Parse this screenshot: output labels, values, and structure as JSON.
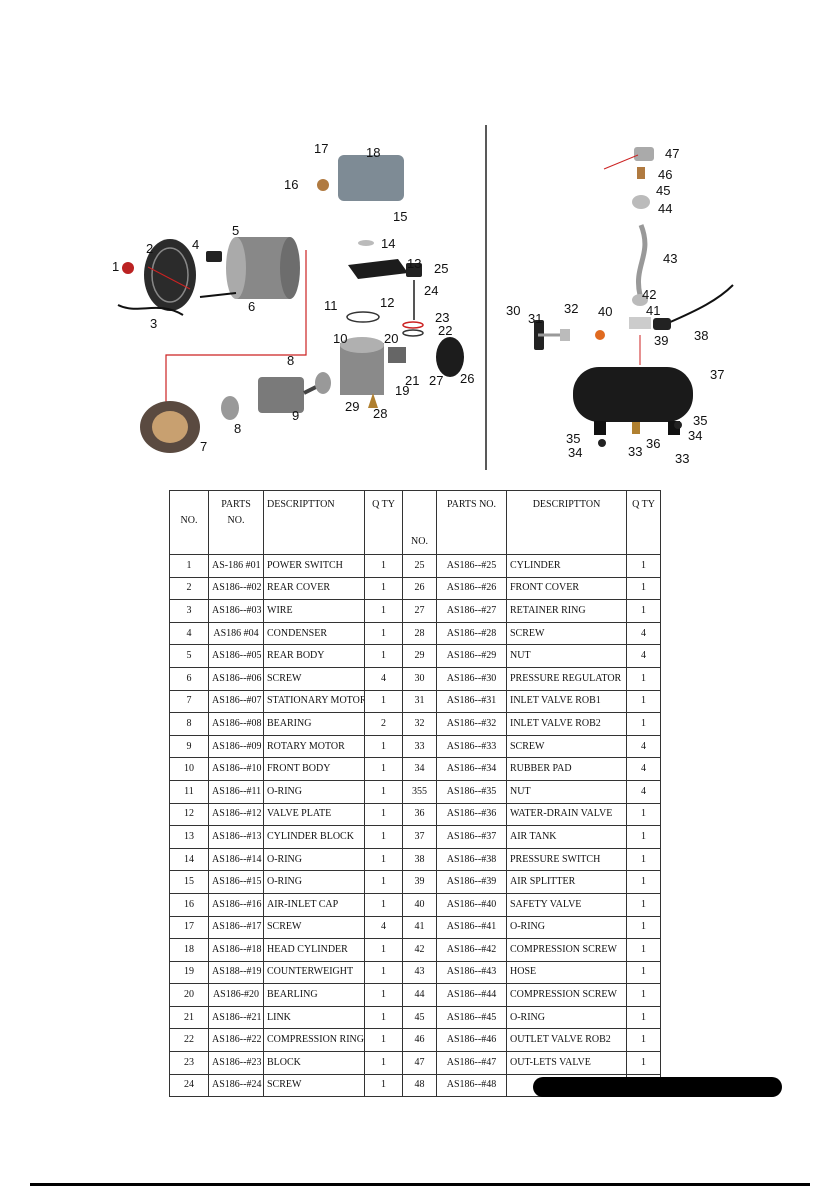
{
  "table": {
    "headers_left": {
      "no": "NO.",
      "parts_no_line1": "PARTS",
      "parts_no_line2": "NO.",
      "description": "DESCRIPTTON",
      "qty": "Q TY"
    },
    "headers_right": {
      "no": "NO.",
      "parts_no": "PARTS NO.",
      "description": "DESCRIPTTON",
      "qty": "Q TY"
    },
    "rows": [
      {
        "no1": "1",
        "part1": "AS-186 #01",
        "desc1": "POWER SWITCH",
        "qty1": "1",
        "no2": "25",
        "part2": "AS186--#25",
        "desc2": "CYLINDER",
        "qty2": "1"
      },
      {
        "no1": "2",
        "part1": "AS186--#02",
        "desc1": "REAR COVER",
        "qty1": "1",
        "no2": "26",
        "part2": "AS186--#26",
        "desc2": "FRONT COVER",
        "qty2": "1"
      },
      {
        "no1": "3",
        "part1": "AS186--#03",
        "desc1": "WIRE",
        "qty1": "1",
        "no2": "27",
        "part2": "AS186--#27",
        "desc2": "RETAINER RING",
        "qty2": "1"
      },
      {
        "no1": "4",
        "part1": "AS186 #04",
        "desc1": "CONDENSER",
        "qty1": "1",
        "no2": "28",
        "part2": "AS186--#28",
        "desc2": "SCREW",
        "qty2": "4"
      },
      {
        "no1": "5",
        "part1": "AS186--#05",
        "desc1": "REAR BODY",
        "qty1": "1",
        "no2": "29",
        "part2": "AS186--#29",
        "desc2": "NUT",
        "qty2": "4"
      },
      {
        "no1": "6",
        "part1": "AS186--#06",
        "desc1": "SCREW",
        "qty1": "4",
        "no2": "30",
        "part2": "AS186--#30",
        "desc2": "PRESSURE REGULATOR",
        "qty2": "1"
      },
      {
        "no1": "7",
        "part1": "AS186--#07",
        "desc1": "STATIONARY MOTOR",
        "qty1": "1",
        "no2": "31",
        "part2": "AS186--#31",
        "desc2": "INLET VALVE ROB1",
        "qty2": "1"
      },
      {
        "no1": "8",
        "part1": "AS186--#08",
        "desc1": "BEARING",
        "qty1": "2",
        "no2": "32",
        "part2": "AS186--#32",
        "desc2": "INLET VALVE ROB2",
        "qty2": "1"
      },
      {
        "no1": "9",
        "part1": "AS186--#09",
        "desc1": "ROTARY MOTOR",
        "qty1": "1",
        "no2": "33",
        "part2": "AS186--#33",
        "desc2": "SCREW",
        "qty2": "4"
      },
      {
        "no1": "10",
        "part1": "AS186--#10",
        "desc1": "FRONT BODY",
        "qty1": "1",
        "no2": "34",
        "part2": "AS186--#34",
        "desc2": "RUBBER PAD",
        "qty2": "4"
      },
      {
        "no1": "11",
        "part1": "AS186--#11",
        "desc1": "O-RING",
        "qty1": "1",
        "no2": "355",
        "part2": "AS186--#35",
        "desc2": "NUT",
        "qty2": "4"
      },
      {
        "no1": "12",
        "part1": "AS186--#12",
        "desc1": "VALVE PLATE",
        "qty1": "1",
        "no2": "36",
        "part2": "AS186--#36",
        "desc2": "WATER-DRAIN VALVE",
        "qty2": "1"
      },
      {
        "no1": "13",
        "part1": "AS186--#13",
        "desc1": "CYLINDER BLOCK",
        "qty1": "1",
        "no2": "37",
        "part2": "AS186--#37",
        "desc2": "AIR TANK",
        "qty2": "1"
      },
      {
        "no1": "14",
        "part1": "AS186--#14",
        "desc1": "O-RING",
        "qty1": "1",
        "no2": "38",
        "part2": "AS186--#38",
        "desc2": "PRESSURE SWITCH",
        "qty2": "1"
      },
      {
        "no1": "15",
        "part1": "AS186--#15",
        "desc1": "O-RING",
        "qty1": "1",
        "no2": "39",
        "part2": "AS186--#39",
        "desc2": "AIR SPLITTER",
        "qty2": "1"
      },
      {
        "no1": "16",
        "part1": "AS186--#16",
        "desc1": "AIR-INLET CAP",
        "qty1": "1",
        "no2": "40",
        "part2": "AS186--#40",
        "desc2": "SAFETY VALVE",
        "qty2": "1"
      },
      {
        "no1": "17",
        "part1": "AS186--#17",
        "desc1": "SCREW",
        "qty1": "4",
        "no2": "41",
        "part2": "AS186--#41",
        "desc2": "O-RING",
        "qty2": "1"
      },
      {
        "no1": "18",
        "part1": "AS186--#18",
        "desc1": "HEAD CYLINDER",
        "qty1": "1",
        "no2": "42",
        "part2": "AS186--#42",
        "desc2": "COMPRESSION SCREW",
        "qty2": "1"
      },
      {
        "no1": "19",
        "part1": "AS188--#19",
        "desc1": "COUNTERWEIGHT",
        "qty1": "1",
        "no2": "43",
        "part2": "AS186--#43",
        "desc2": "HOSE",
        "qty2": "1"
      },
      {
        "no1": "20",
        "part1": "AS186-#20",
        "desc1": "BEARLING",
        "qty1": "1",
        "no2": "44",
        "part2": "AS186--#44",
        "desc2": "COMPRESSION SCREW",
        "qty2": "1"
      },
      {
        "no1": "21",
        "part1": "AS186--#21",
        "desc1": "LINK",
        "qty1": "1",
        "no2": "45",
        "part2": "AS186--#45",
        "desc2": "O-RING",
        "qty2": "1"
      },
      {
        "no1": "22",
        "part1": "AS186--#22",
        "desc1": "COMPRESSION RING",
        "qty1": "1",
        "no2": "46",
        "part2": "AS186--#46",
        "desc2": "OUTLET VALVE ROB2",
        "qty2": "1"
      },
      {
        "no1": "23",
        "part1": "AS186--#23",
        "desc1": "BLOCK",
        "qty1": "1",
        "no2": "47",
        "part2": "AS186--#47",
        "desc2": "OUT-LETS VALVE",
        "qty2": "1"
      },
      {
        "no1": "24",
        "part1": "AS186--#24",
        "desc1": "SCREW",
        "qty1": "1",
        "no2": "48",
        "part2": "AS186--#48",
        "desc2": "",
        "qty2": ""
      }
    ]
  },
  "diagram": {
    "callouts_left": [
      "1",
      "2",
      "3",
      "4",
      "5",
      "6",
      "7",
      "8",
      "8",
      "9",
      "10",
      "11",
      "12",
      "13",
      "14",
      "15",
      "16",
      "17",
      "18",
      "19",
      "20",
      "21",
      "22",
      "23",
      "24",
      "25",
      "26",
      "27",
      "28",
      "29"
    ],
    "callouts_right": [
      "30",
      "31",
      "32",
      "33",
      "33",
      "34",
      "34",
      "35",
      "35",
      "36",
      "37",
      "38",
      "39",
      "40",
      "41",
      "42",
      "43",
      "44",
      "45",
      "46",
      "47"
    ]
  }
}
